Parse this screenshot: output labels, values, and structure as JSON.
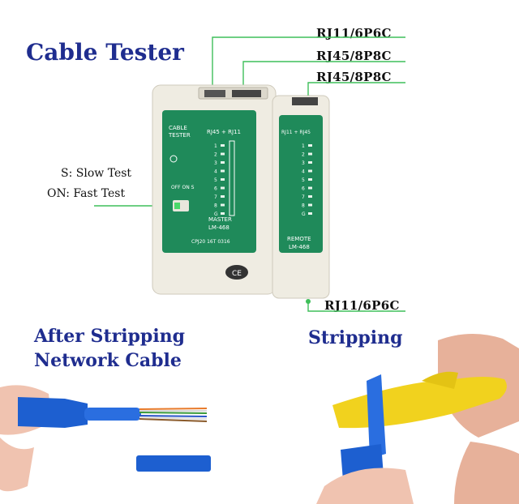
{
  "title": "Cable Tester",
  "ports": {
    "rj11_top": "RJ11/6P6C",
    "rj45_master": "RJ45/8P8C",
    "rj45_remote": "RJ45/8P8C",
    "rj11_bottom": "RJ11/6P6C"
  },
  "switch_legend": {
    "slow": "S: Slow Test",
    "fast": "ON: Fast Test"
  },
  "master_unit": {
    "label_line1": "CABLE",
    "label_line2": "TESTER",
    "ports_label": "RJ45 + RJ11",
    "switch_label": "OFF ON S",
    "leds": [
      "1",
      "2",
      "3",
      "4",
      "5",
      "6",
      "7",
      "8",
      "G"
    ],
    "model_line1": "MASTER",
    "model_line2": "LM-468",
    "serial": "CPJ20 16T 0316",
    "cert": "CE"
  },
  "remote_unit": {
    "ports_label": "RJ11 + RJ45",
    "leds": [
      "1",
      "2",
      "3",
      "4",
      "5",
      "6",
      "7",
      "8",
      "G"
    ],
    "model_line1": "REMOTE",
    "model_line2": "LM-468"
  },
  "stripping_caption_line1": "After Stripping",
  "stripping_caption_line2": "Network Cable",
  "stripping_tool_caption": "Stripping",
  "colors": {
    "title_blue": "#1f2d8f",
    "panel_green": "#1f8a5a",
    "body_beige": "#efece2",
    "cable_blue": "#1d5fd0",
    "tool_yellow": "#f1d21e",
    "callout_line": "#3fbf5a"
  }
}
